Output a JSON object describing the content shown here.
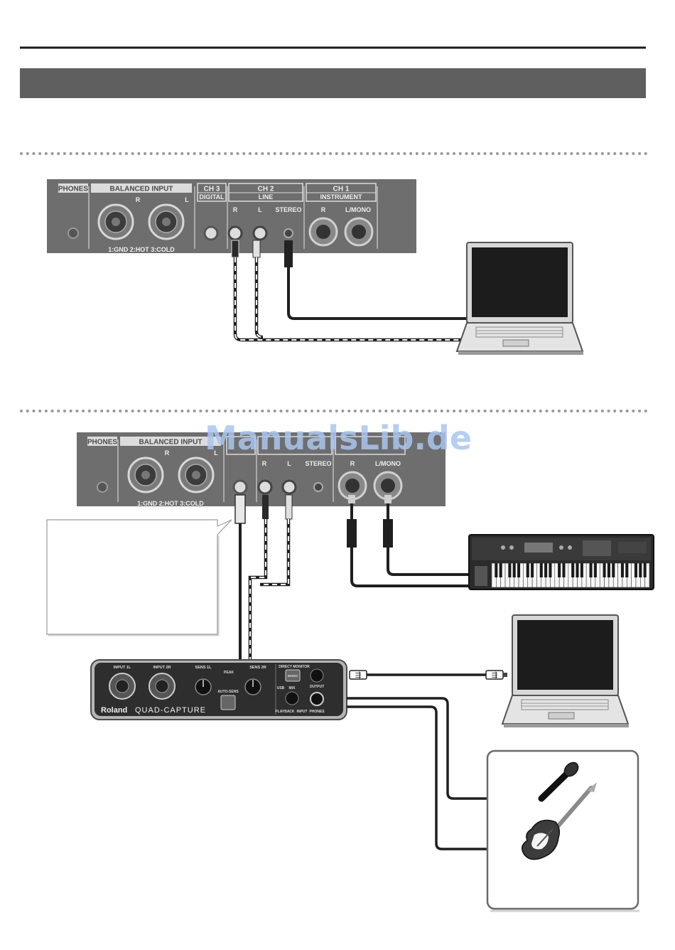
{
  "colors": {
    "header_bar": "#5f5f5f",
    "panel": "#6e6e6e",
    "panel_label": "#f2f2f2",
    "cable": "#1f1f1f",
    "watermark": "#a9c6ee"
  },
  "panel1": {
    "phones": "PHONES",
    "balanced_input": "BALANCED INPUT",
    "r": "R",
    "l": "L",
    "pinout": "1:GND  2:HOT  3:COLD",
    "ch3": "CH 3",
    "digital": "DIGITAL",
    "ch2": "CH 2",
    "line": "LINE",
    "ch1": "CH 1",
    "instrument": "INSTRUMENT",
    "line_r": "R",
    "line_l": "L",
    "stereo": "STEREO",
    "inst_r": "R",
    "inst_l_mono": "L/MONO"
  },
  "panel2": {
    "phones": "PHONES",
    "balanced_input": "BALANCED INPUT",
    "r": "R",
    "l": "L",
    "pinout": "1:GND  2:HOT  3:COLD",
    "line_r": "R",
    "line_l": "L",
    "stereo": "STEREO",
    "inst_r": "R",
    "inst_l_mono": "L/MONO"
  },
  "interface": {
    "brand": "Roland",
    "model": "QUAD-CAPTURE",
    "input_1l": "INPUT 1L",
    "input_2r": "INPUT 2R",
    "sens_1l": "SENS 1L",
    "sens_2r": "SENS 2R",
    "peak": "PEAK",
    "auto_sens": "AUTO-SENS",
    "direct_monitor": "DIRECT MONITOR",
    "mono": "MONO",
    "mix": "MIX",
    "usb": "USB",
    "output": "OUTPUT",
    "playback": "PLAYBACK",
    "input": "INPUT",
    "phones": "PHONES"
  },
  "watermark": "ManualsLib.de"
}
